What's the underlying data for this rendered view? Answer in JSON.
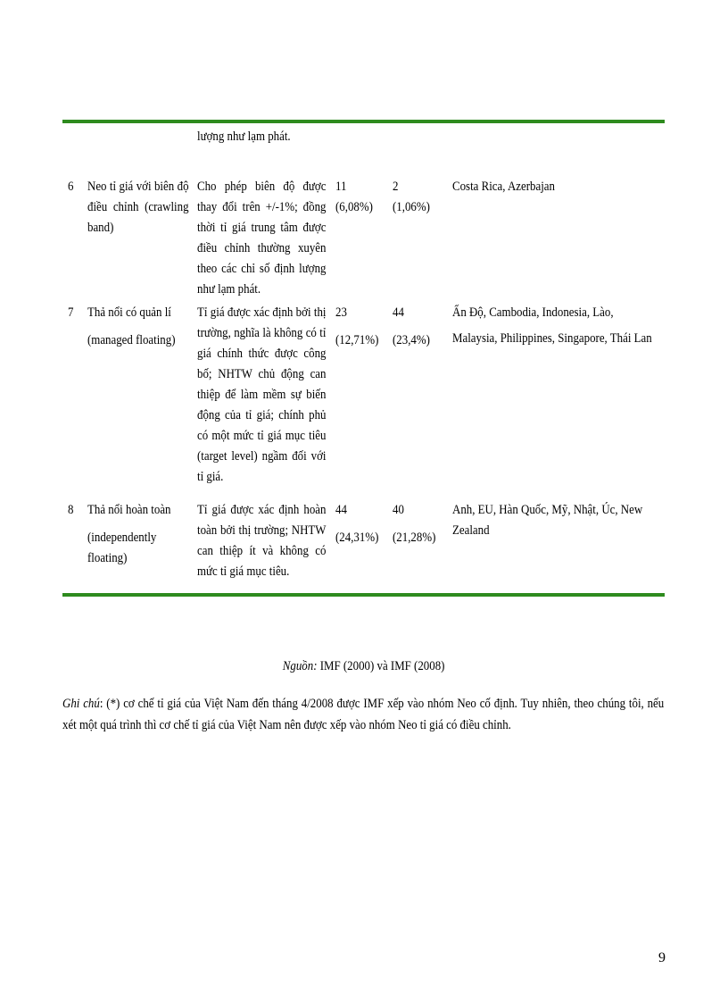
{
  "table": {
    "continuation": {
      "desc": "lượng như lạm phát."
    },
    "rows": [
      {
        "num": "6",
        "name": "Neo tỉ giá với biên độ điều chỉnh (crawling band)",
        "desc": "Cho phép biên độ được thay đổi trên +/-1%; đồng thời tỉ giá trung tâm được điều chỉnh thường xuyên theo các chỉ số định lượng như lạm phát.",
        "count_2000": "11",
        "pct_2000": "(6,08%)",
        "count_2008": "2",
        "pct_2008": "(1,06%)",
        "examples": "Costa Rica, Azerbajan"
      },
      {
        "num": "7",
        "name_line1": "Thả nổi có quản lí",
        "name_line2": "(managed floating)",
        "desc": "Tỉ giá được xác định bởi thị trường, nghĩa là không có tỉ giá chính thức được công bố; NHTW chủ động can thiệp để làm mềm sự biến động của tỉ giá; chính phủ có một mức tỉ giá mục tiêu (target level) ngầm đối với tỉ giá.",
        "count_2000": "23",
        "pct_2000": "(12,71%)",
        "count_2008": "44",
        "pct_2008": "(23,4%)",
        "examples": "Ấn Độ, Cambodia, Indonesia, Lào, Malaysia, Philippines, Singapore, Thái Lan"
      },
      {
        "num": "8",
        "name_line1": "Thả nổi hoàn toàn",
        "name_line2": "(independently floating)",
        "desc": "Tỉ giá được xác định hoàn toàn bởi thị trường; NHTW can thiệp ít và không có mức tỉ giá mục tiêu.",
        "count_2000": "44",
        "pct_2000": "(24,31%)",
        "count_2008": "40",
        "pct_2008": "(21,28%)",
        "examples": "Anh, EU, Hàn Quốc, Mỹ, Nhật, Úc, New Zealand"
      }
    ]
  },
  "source": {
    "label": "Nguồn:",
    "text": " IMF (2000) và IMF (2008)"
  },
  "note": {
    "label": "Ghi chú",
    "text": ": (*) cơ chế tỉ giá của Việt Nam đến tháng 4/2008 được IMF xếp vào nhóm Neo cố định. Tuy nhiên, theo chúng tôi, nếu xét một quá trình thì cơ chế tỉ giá của Việt Nam nên được xếp vào nhóm Neo tỉ giá có điều chỉnh."
  },
  "page_number": "9",
  "colors": {
    "rule": "#2e8b1e"
  }
}
